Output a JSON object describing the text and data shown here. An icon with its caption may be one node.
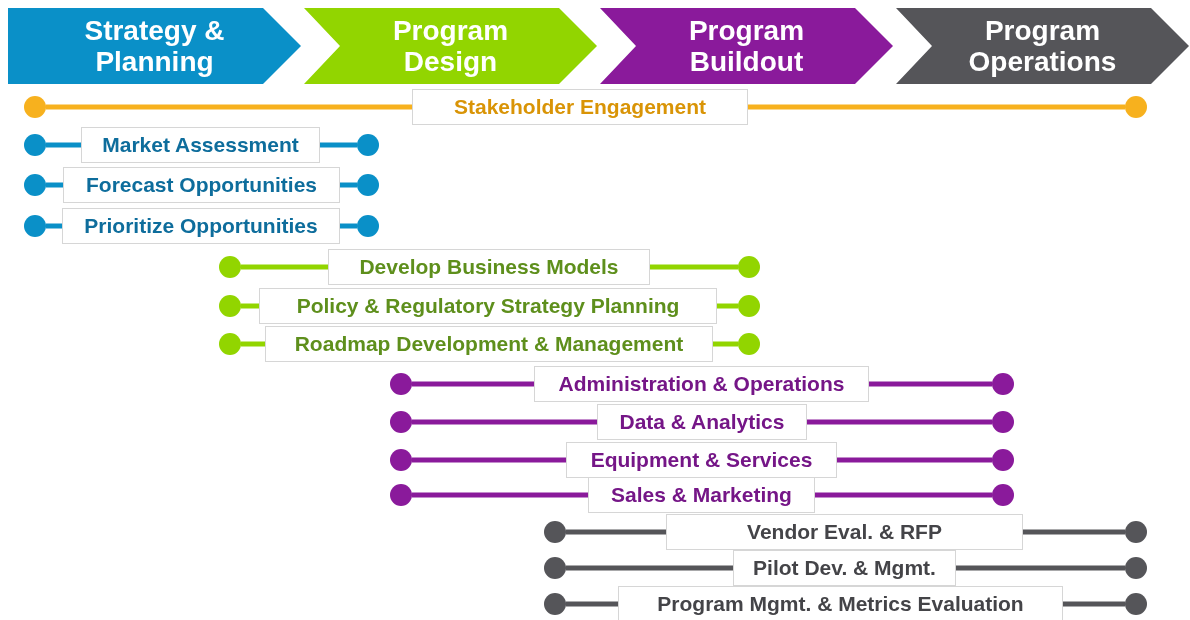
{
  "diagram": {
    "nodes": [
      {
        "text": [
          "Strategy & Planning"
        ]
      },
      {
        "text": [
          "Program Design"
        ]
      },
      {
        "text": [
          "Program Buildout"
        ]
      },
      {
        "text": [
          "Program Operations"
        ]
      },
      {
        "text": [],
        "shape": "circle"
      },
      {
        "text": [],
        "shape": "circle"
      },
      {
        "text": [],
        "shape": "circle"
      },
      {
        "text": [],
        "shape": "circle"
      },
      {
        "text": [],
        "shape": "circle"
      },
      {
        "text": [],
        "shape": "circle"
      },
      {
        "text": [],
        "shape": "circle"
      },
      {
        "text": [],
        "shape": "circle"
      },
      {
        "text": [],
        "shape": "circle"
      },
      {
        "text": [],
        "shape": "circle"
      },
      {
        "text": [],
        "shape": "circle"
      },
      {
        "text": [],
        "shape": "circle"
      },
      {
        "text": [],
        "shape": "circle"
      },
      {
        "text": [],
        "shape": "circle"
      },
      {
        "text": [],
        "shape": "circle"
      },
      {
        "text": [],
        "shape": "circle"
      },
      {
        "text": [],
        "shape": "circle"
      },
      {
        "text": [],
        "shape": "circle"
      },
      {
        "text": [],
        "shape": "circle"
      },
      {
        "text": [],
        "shape": "circle"
      },
      {
        "text": [],
        "shape": "circle"
      },
      {
        "text": [],
        "shape": "circle"
      },
      {
        "text": [],
        "shape": "circle"
      },
      {
        "text": [],
        "shape": "circle"
      },
      {
        "text": [],
        "shape": "circle"
      },
      {
        "text": [],
        "shape": "circle"
      },
      {
        "text": [],
        "shape": "circle"
      },
      {
        "text": [],
        "shape": "circle"
      }
    ],
    "edges": [
      {
        "from": 4,
        "to": 5,
        "arrow": "none",
        "label": "Stakeholder Engagement",
        "color": "#f7b11e"
      },
      {
        "from": 6,
        "to": 7,
        "arrow": "none",
        "label": "Market Assessment",
        "color": "#0a90c8"
      },
      {
        "from": 8,
        "to": 9,
        "arrow": "none",
        "label": "Forecast Opportunities",
        "color": "#0a90c8"
      },
      {
        "from": 10,
        "to": 11,
        "arrow": "none",
        "label": "Prioritize Opportunities",
        "color": "#0a90c8"
      },
      {
        "from": 12,
        "to": 13,
        "arrow": "none",
        "label": "Develop Business Models",
        "color": "#92d500"
      },
      {
        "from": 14,
        "to": 15,
        "arrow": "none",
        "label": "Policy & Regulatory Strategy Planning",
        "color": "#92d500"
      },
      {
        "from": 16,
        "to": 17,
        "arrow": "none",
        "label": "Roadmap Development & Management",
        "color": "#92d500"
      },
      {
        "from": 18,
        "to": 19,
        "arrow": "none",
        "label": "Administration & Operations",
        "color": "#8a1a9b"
      },
      {
        "from": 20,
        "to": 21,
        "arrow": "none",
        "label": "Data & Analytics",
        "color": "#8a1a9b"
      },
      {
        "from": 22,
        "to": 23,
        "arrow": "none",
        "label": "Equipment & Services",
        "color": "#8a1a9b"
      },
      {
        "from": 24,
        "to": 25,
        "arrow": "none",
        "label": "Sales & Marketing",
        "color": "#8a1a9b"
      },
      {
        "from": 26,
        "to": 27,
        "arrow": "none",
        "label": "Vendor Eval. & RFP",
        "color": "#555559"
      },
      {
        "from": 28,
        "to": 29,
        "arrow": "none",
        "label": "Pilot Dev. & Mgmt.",
        "color": "#555559"
      },
      {
        "from": 30,
        "to": 31,
        "arrow": "none",
        "label": "Program Mgmt. & Metrics Evaluation",
        "color": "#555559"
      }
    ]
  }
}
